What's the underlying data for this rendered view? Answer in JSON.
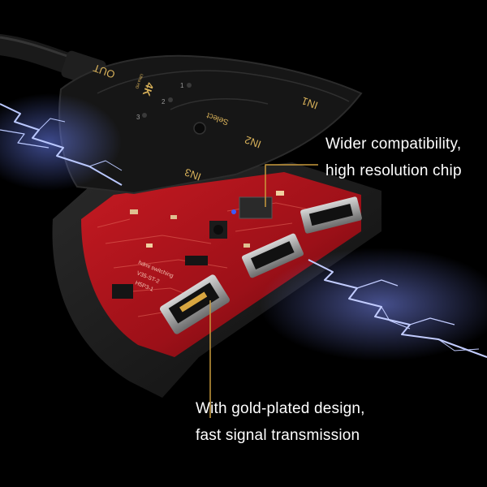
{
  "device": {
    "port_labels": {
      "out": "OUT",
      "in1": "IN1",
      "in2": "IN2",
      "in3": "IN3"
    },
    "button_label": "Select",
    "badge": "4K",
    "badge_sub": "Ultra HD",
    "led_numbers": [
      "1",
      "2",
      "3"
    ],
    "pcb_text": [
      "hdmi switching",
      "V35-ST-2",
      "H5P3-1"
    ]
  },
  "callouts": {
    "top": {
      "line1": "Wider compatibility,",
      "line2": "high resolution chip"
    },
    "bottom": {
      "line1": "With gold-plated design,",
      "line2": "fast signal transmission"
    }
  },
  "colors": {
    "background": "#000000",
    "shell": "#1b1b1b",
    "pcb": "#b5121b",
    "gold": "#d8a640",
    "lightning": "#9fb3ff",
    "callout_line": "#c99a3c",
    "text": "#ffffff"
  }
}
